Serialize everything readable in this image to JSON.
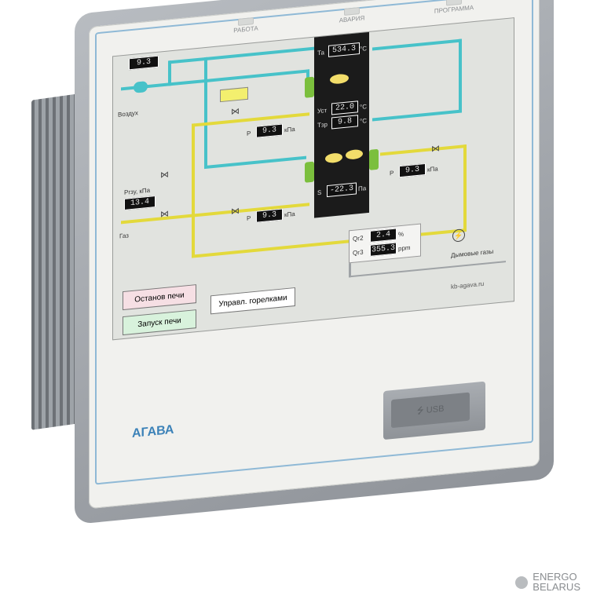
{
  "indicators": [
    {
      "label": "РАБОТА"
    },
    {
      "label": "АВАРИЯ"
    },
    {
      "label": "ПРОГРАММА"
    }
  ],
  "hmi": {
    "air_value": "9.3",
    "air_label": "Воздух",
    "gas_pressure_label": "Ргзу, кПа",
    "gas_pressure_value": "13.4",
    "gas_label": "Газ",
    "p_upper_left": {
      "prefix": "P",
      "value": "9.3",
      "unit": "кПа"
    },
    "p_lower_left": {
      "prefix": "P",
      "value": "9.3",
      "unit": "кПа"
    },
    "p_right": {
      "prefix": "P",
      "value": "9.3",
      "unit": "кПа"
    },
    "ta": {
      "label": "Та",
      "value": "534.3",
      "unit": "°C"
    },
    "tgt": {
      "label": "Уст",
      "value": "22.0",
      "unit": "°C"
    },
    "tgp": {
      "label": "Тзр",
      "value": "9.8",
      "unit": "°C"
    },
    "s": {
      "label": "S",
      "value": "-22.3",
      "unit": "Па"
    },
    "q1": {
      "label": "Qг2",
      "value": "2.4",
      "unit": "%"
    },
    "q2": {
      "label": "Qг3",
      "value": "355.3",
      "unit": "ppm"
    },
    "smoke_label": "Дымовые газы",
    "site": "kb-agava.ru",
    "buttons": {
      "stop": "Останов печи",
      "start": "Запуск печи",
      "burners": "Управл. горелками"
    }
  },
  "logo": "АГАВА",
  "usb_label": "USB",
  "watermark": {
    "line1": "ENERGO",
    "line2": "BELARUS"
  },
  "colors": {
    "cyan_pipe": "#47c2c9",
    "yellow_pipe": "#e3d93b",
    "stop_btn": "#f6dfe4",
    "start_btn": "#d8f2dc"
  }
}
